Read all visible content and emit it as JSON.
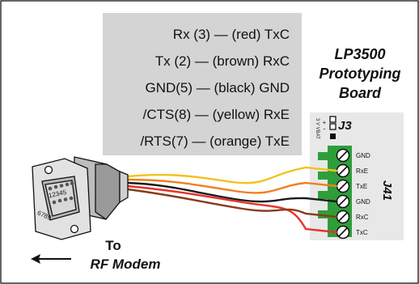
{
  "wiring_legend": {
    "lines": [
      "Rx (3) — (red) TxC",
      "Tx (2) — (brown) RxC",
      "GND(5) — (black) GND",
      "/CTS(8) — (yellow) RxE",
      "/RTS(7) — (orange) TxE"
    ]
  },
  "board": {
    "title_lines": [
      "LP3500",
      "Prototyping",
      "Board"
    ],
    "j3_label": "J3",
    "j3_side_text": "3 V VBAT",
    "j3_pin_marks": [
      "+",
      "-"
    ],
    "j41_label": "J41",
    "terminals": [
      "GND",
      "RxE",
      "TxE",
      "GND",
      "RxC",
      "TxC"
    ]
  },
  "connector": {
    "pins_top": "12345",
    "pins_bottom": "6789"
  },
  "destination": {
    "line1": "To",
    "line2": "RF Modem"
  },
  "colors": {
    "legend_bg": "#d4d4d4",
    "board_bg": "#e8e8e8",
    "terminal_green": "#2e9e3a",
    "wire_red": "#e8302a",
    "wire_brown": "#8a3a1a",
    "wire_black": "#1a1a1a",
    "wire_yellow": "#f2c21a",
    "wire_orange": "#f08020"
  }
}
